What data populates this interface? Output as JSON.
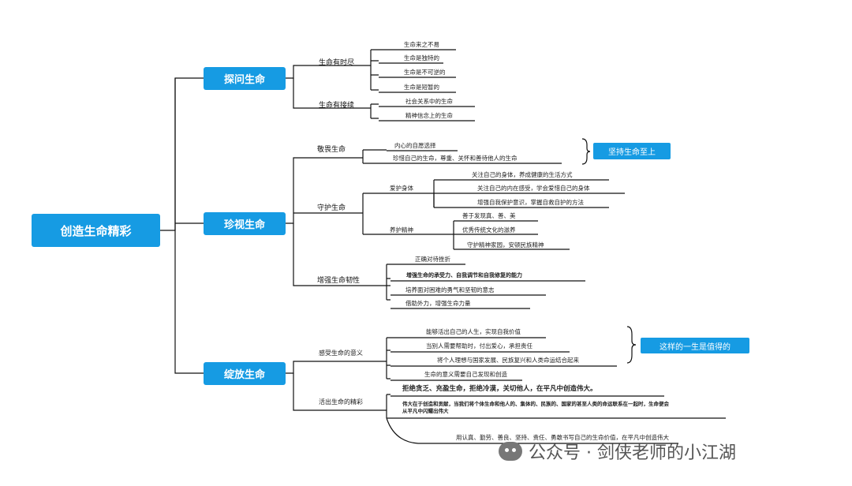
{
  "root": "创造生命精彩",
  "branches": {
    "b1": {
      "title": "探问生命",
      "sub1": {
        "label": "生命有时尽",
        "items": [
          "生命来之不易",
          "生命是独特的",
          "生命是不可逆的",
          "生命是短暂的"
        ]
      },
      "sub2": {
        "label": "生命有接续",
        "items": [
          "社会关系中的生命",
          "精神信念上的生命"
        ]
      }
    },
    "b2": {
      "title": "珍视生命",
      "sub1": {
        "label": "敬畏生命",
        "items": [
          "内心的自愿选择",
          "珍惜自己的生命，尊重、关怀和善待他人的生命"
        ],
        "note": "坚持生命至上"
      },
      "sub2": {
        "label": "守护生命",
        "g1": {
          "label": "爱护身体",
          "items": [
            "关注自己的身体，养成健康的生活方式",
            "关注自己的内在感受，学会爱惜自己的身体",
            "增强自我保护意识，掌握自救自护的方法"
          ]
        },
        "g2": {
          "label": "养护精神",
          "items": [
            "善于发现真、善、美",
            "优秀传统文化的滋养",
            "守护精神家园，安顿民族精神"
          ]
        }
      },
      "sub3": {
        "label": "增强生命韧性",
        "items": [
          "正确对待挫折",
          "增强生命的承受力、自我调节和自我修复的能力",
          "培养面对困难的勇气和坚韧的意志",
          "借助外力，增强生命力量"
        ]
      }
    },
    "b3": {
      "title": "绽放生命",
      "sub1": {
        "label": "感受生命的意义",
        "items": [
          "能够活出自己的人生，实现自我价值",
          "当别人需要帮助时，付出爱心，承担责任",
          "将个人理想与国家发展、民族复兴和人类命运结合起来",
          "生命的意义需要自己发现和创造"
        ],
        "note": "这样的一生是值得的"
      },
      "sub2": {
        "label": "活出生命的精彩",
        "items": [
          "拒绝贪乏、充盈生命，拒绝冷漠，关切他人，在平凡中创造伟大。",
          "伟大在于创造和贡献，当我们将个体生命和他人的、集体的、民族的、国家的甚至人类的命运联系在一起时，生命便会",
          "从平凡中闪耀出伟大",
          "用认真、勤劳、善良、坚持、责任、勇敢书写自己的生命价值，在平凡中创造伟大"
        ]
      }
    }
  },
  "watermark": "公众号 · 剑侠老师的小江湖",
  "colors": {
    "box": "#169be3",
    "line": "#111111"
  }
}
